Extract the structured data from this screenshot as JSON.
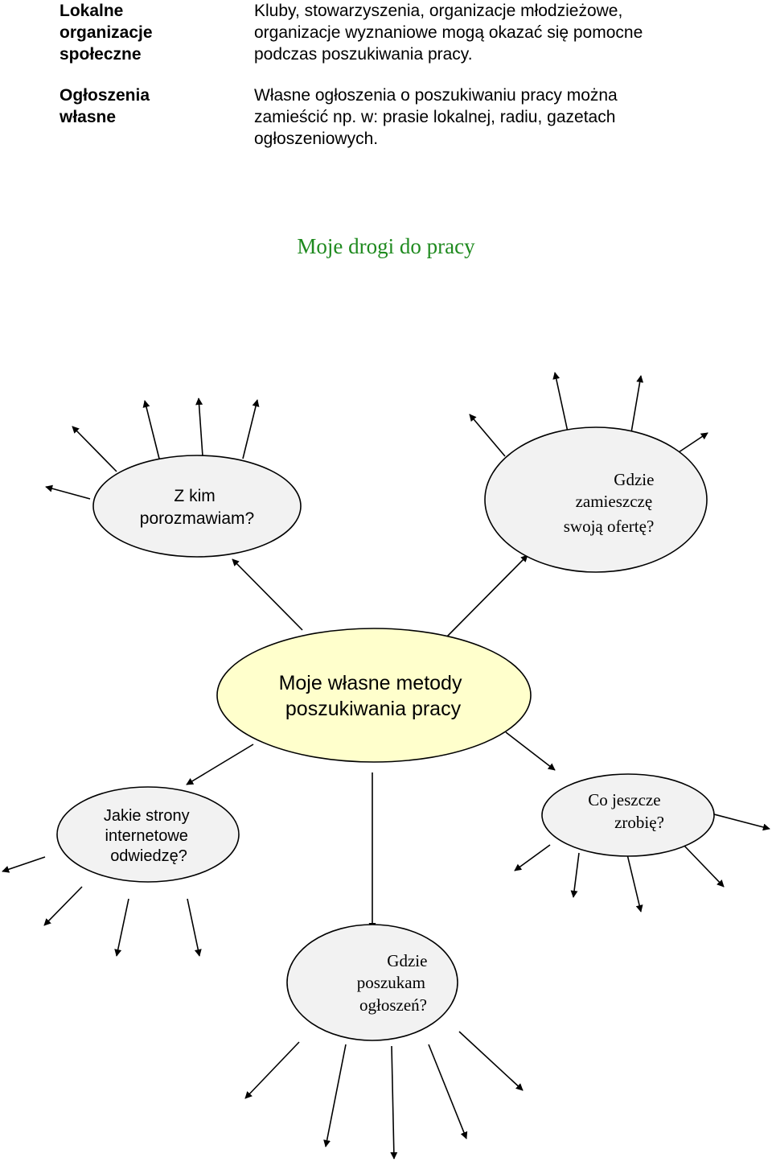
{
  "table": {
    "rows": [
      {
        "term": "Lokalne organizacje społeczne",
        "lines": [
          "Kluby, stowarzyszenia, organizacje młodzieżowe,",
          "organizacje wyznaniowe mogą okazać się pomocne",
          "podczas poszukiwania pracy."
        ]
      },
      {
        "term": "Ogłoszenia własne",
        "lines": [
          "Własne ogłoszenia o poszukiwaniu pracy można",
          "zamieścić np. w: prasie lokalnej, radiu, gazetach",
          "ogłoszeniowych."
        ]
      }
    ]
  },
  "diagram": {
    "title": "Moje drogi do pracy",
    "center": {
      "text": [
        "Moje własne metody",
        "poszukiwania pracy"
      ],
      "fill": "#ffffcc"
    },
    "nodes": {
      "z_kim": {
        "text": [
          "Z kim",
          "porozmawiam?"
        ],
        "fill": "#f2f2f2"
      },
      "gdzie_zamieszcze": {
        "text": [
          "Gdzie",
          "zamieszczę",
          "swoją ofertę?"
        ],
        "fill": "#f2f2f2"
      },
      "jakie_strony": {
        "text": [
          "Jakie strony",
          "internetowe",
          "odwiedzę?"
        ],
        "fill": "#f2f2f2"
      },
      "co_jeszcze": {
        "text": [
          "Co jeszcze",
          "zrobię?"
        ],
        "fill": "#f2f2f2"
      },
      "gdzie_poszukam": {
        "text": [
          "Gdzie",
          "poszukam",
          "ogłoszeń?"
        ],
        "fill": "#f2f2f2"
      }
    },
    "colors": {
      "title": "#1f8a1f",
      "stroke": "#000000"
    }
  }
}
